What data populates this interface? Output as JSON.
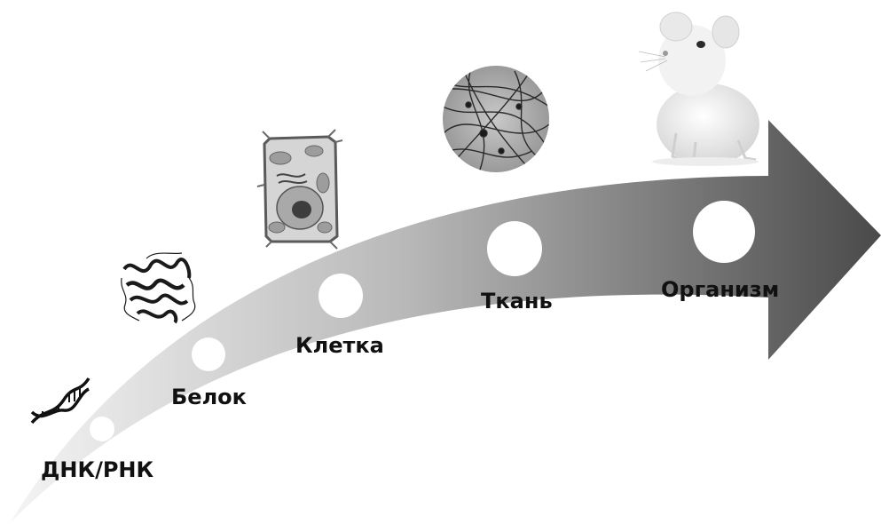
{
  "diagram": {
    "type": "biological-organization-levels",
    "arrow_gradient": [
      "#f4f4f4",
      "#4a4a4a"
    ],
    "stages": [
      {
        "label": "ДНК/РНК",
        "icon": "dna-double-helix-icon"
      },
      {
        "label": "Белок",
        "icon": "protein-structure-icon"
      },
      {
        "label": "Клетка",
        "icon": "plant-cell-icon"
      },
      {
        "label": "Ткань",
        "icon": "tissue-micrograph-icon"
      },
      {
        "label": "Организм",
        "icon": "white-mouse-icon"
      }
    ]
  }
}
